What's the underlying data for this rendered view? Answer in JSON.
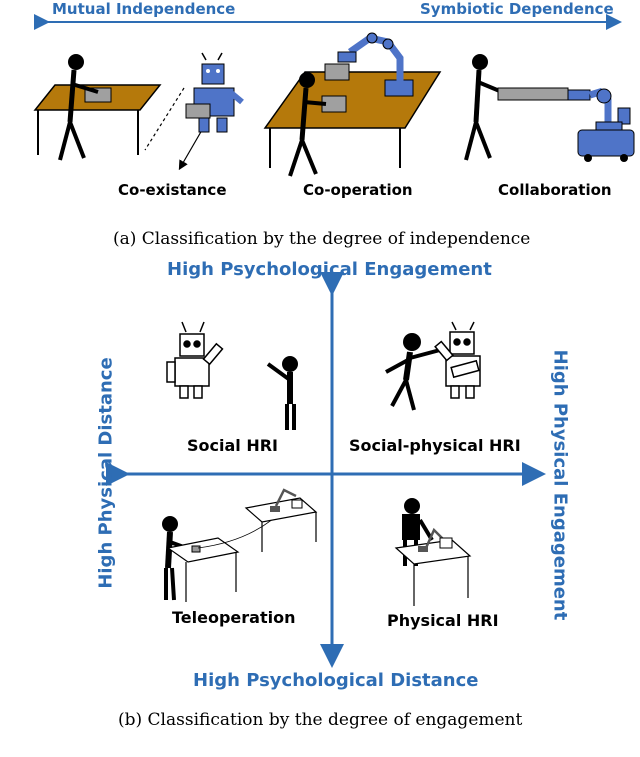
{
  "part_a": {
    "scale_left": "Mutual Independence",
    "scale_right": "Symbiotic Dependence",
    "panels": [
      {
        "label": "Co-existance"
      },
      {
        "label": "Co-operation"
      },
      {
        "label": "Collaboration"
      }
    ],
    "caption": "(a) Classification by the degree of independence"
  },
  "part_b": {
    "axis_top": "High Psychological Engagement",
    "axis_bottom": "High Psychological Distance",
    "axis_left": "High Physical Distance",
    "axis_right": "High Physical Engagement",
    "quadrants": {
      "top_left": "Social HRI",
      "top_right": "Social-physical HRI",
      "bottom_left": "Teleoperation",
      "bottom_right": "Physical HRI"
    },
    "caption": "(b) Classification by the degree of engagement"
  },
  "colors": {
    "accent_blue": "#2e6db4",
    "table_brown": "#b5790b",
    "robot_blue": "#4f74c8",
    "box_gray": "#9a9a9a"
  }
}
